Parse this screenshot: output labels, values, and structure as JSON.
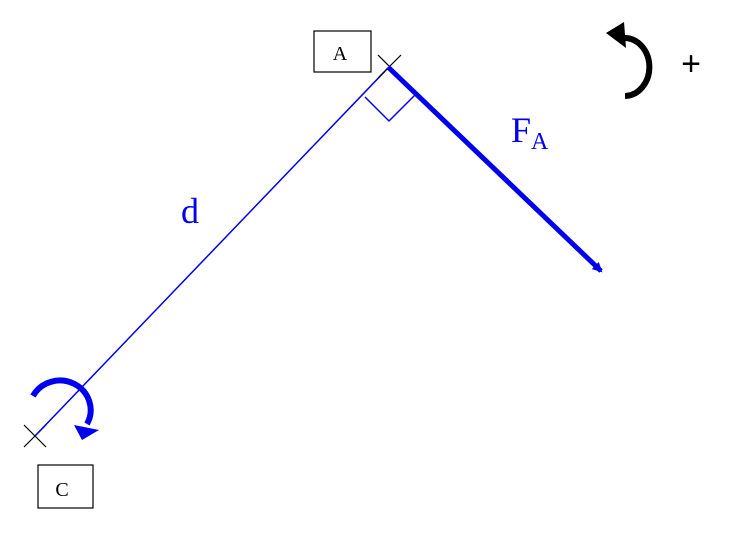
{
  "labels": {
    "point_a": "A",
    "point_c": "C",
    "distance": "d",
    "force_main": "F",
    "force_subscript": "A",
    "sign_convention": "+"
  },
  "colors": {
    "force": "#0000ee",
    "lines": "#000000",
    "background": "#ffffff"
  },
  "icons": {
    "sign_convention_arrow": "counterclockwise-arrow-icon",
    "moment_arrow": "clockwise-moment-arrow-icon",
    "right_angle": "right-angle-marker-icon"
  }
}
